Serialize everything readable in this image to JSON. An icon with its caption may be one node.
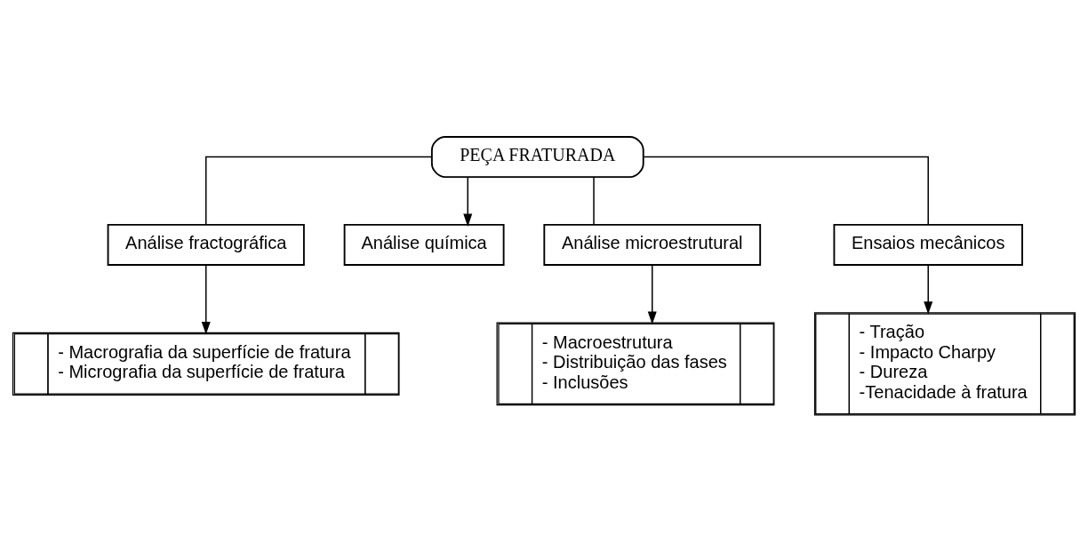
{
  "diagram": {
    "nodes": [
      {
        "text": [
          "PEÇA FRATURADA"
        ]
      },
      {
        "text": [
          "Análise fractográfica"
        ]
      },
      {
        "text": [
          "Análise química"
        ]
      },
      {
        "text": [
          "Análise microestrutural"
        ]
      },
      {
        "text": [
          "Ensaios mecânicos"
        ]
      },
      {
        "text": [
          "- Macrografia da superfície de fratura",
          "- Micrografia da superfície de fratura"
        ]
      },
      {
        "text": [
          "- Macroestrutura",
          "- Distribuição das fases",
          "- Inclusões"
        ]
      },
      {
        "text": [
          "- Tração",
          "- Impacto Charpy",
          "- Dureza",
          "-Tenacidade à fratura"
        ]
      }
    ],
    "edges": [
      {
        "from": 0,
        "to": 1,
        "arrow": "none"
      },
      {
        "from": 0,
        "to": 2,
        "arrow": "to"
      },
      {
        "from": 0,
        "to": 3,
        "arrow": "none"
      },
      {
        "from": 0,
        "to": 4,
        "arrow": "none"
      },
      {
        "from": 1,
        "to": 5,
        "arrow": "to"
      },
      {
        "from": 3,
        "to": 6,
        "arrow": "to"
      },
      {
        "from": 4,
        "to": 7,
        "arrow": "to"
      }
    ]
  }
}
